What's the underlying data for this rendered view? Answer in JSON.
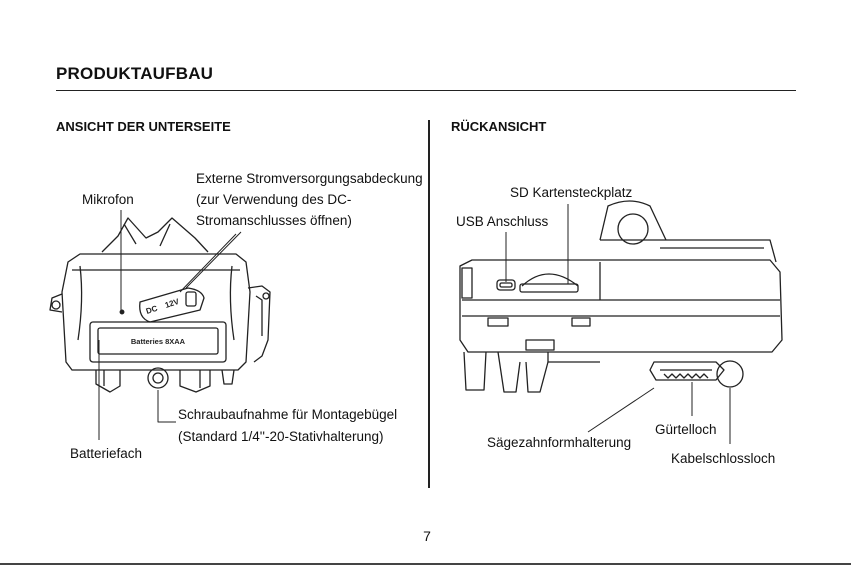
{
  "header": {
    "title": "PRODUKTAUFBAU"
  },
  "left": {
    "heading": "ANSICHT DER UNTERSEITE",
    "labels": {
      "ext_power_1": "Externe Stromversorgungsabdeckung",
      "ext_power_2": "(zur Verwendung des DC-",
      "ext_power_3": "Stromanschlusses öffnen)",
      "mic": "Mikrofon",
      "screw_1": "Schraubaufnahme für Montagebügel",
      "screw_2": "(Standard 1/4''-20-Stativhalterung)",
      "battery": "Batteriefach"
    },
    "device_text": {
      "dc": "DC",
      "volt": "12V",
      "battery_door": "Batteries  8XAA"
    }
  },
  "right": {
    "heading": "RÜCKANSICHT",
    "labels": {
      "sd": "SD Kartensteckplatz",
      "usb": "USB Anschluss",
      "saw": "Sägezahnformhalterung",
      "belt": "Gürtelloch",
      "cable": "Kabelschlossloch"
    }
  },
  "footer": {
    "page": "7"
  }
}
